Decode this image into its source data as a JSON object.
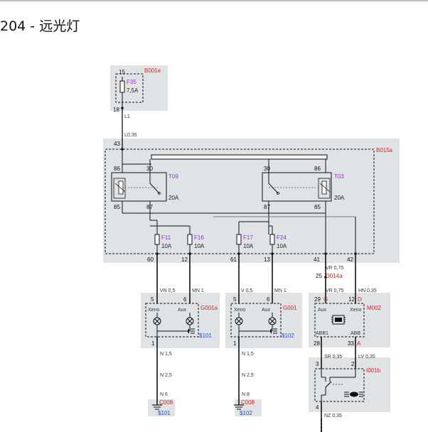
{
  "page": {
    "title": "204 - 远光灯"
  },
  "fuse_box_top": {
    "id": "B001e",
    "pin_in": "15",
    "pin_out": "18",
    "fuse": {
      "id": "F35",
      "rating": "7,5A"
    }
  },
  "wires": {
    "w_l1": "L1",
    "w_l035": "L0,35",
    "w_vn05": "VN 0,5",
    "w_mn1a": "MN 1",
    "w_v05": "V 0,5",
    "w_mn1b": "MN 1",
    "w_vr075a": "VR 0,75",
    "w_vr075b": "VR 0,75",
    "w_hn035": "HN 0,35",
    "w_n15a": "N 1,5",
    "w_n25a": "N 2,5",
    "w_n6": "N 6",
    "w_n15b": "N 1,5",
    "w_n25b": "N 2,5",
    "w_n8": "N 8",
    "w_sr035": "SR 0,35",
    "w_lv035": "LV 0,35",
    "w_nz035": "NZ 0,35"
  },
  "main_box": {
    "id": "B015a",
    "pin_in": "43",
    "relays": [
      {
        "id": "T09",
        "rating": "20A",
        "pin_tl": "86",
        "pin_tr": "30",
        "pin_bl": "85",
        "pin_br": "87"
      },
      {
        "id": "T03",
        "rating": "20A",
        "pin_tl": "30",
        "pin_tr": "86",
        "pin_bl": "87",
        "pin_br": "85"
      }
    ],
    "fuses": [
      {
        "id": "F11",
        "rating": "10A",
        "pin": "60"
      },
      {
        "id": "F16",
        "rating": "10A",
        "pin": "12"
      },
      {
        "id": "F17",
        "rating": "10A",
        "pin": "61"
      },
      {
        "id": "F24",
        "rating": "10A",
        "pin": "13"
      }
    ],
    "pin_41": "41",
    "pin_42": "42"
  },
  "connector_d014a": {
    "id": "D014a",
    "pin": "25"
  },
  "headlamps": [
    {
      "id": "G001a",
      "pin_a": "5",
      "pin_b": "6",
      "pin_gnd": "1",
      "label_a": "Xeno",
      "label_b": "Aux",
      "ref": "$101"
    },
    {
      "id": "G001",
      "pin_a": "5",
      "pin_b": "6",
      "pin_gnd": "1",
      "label_a": "Xeno",
      "label_b": "Aux",
      "ref": "$102"
    }
  ],
  "module_m002": {
    "id": "M002",
    "pin_29": "29",
    "pin_29_code": "G",
    "pin_12": "12",
    "pin_12_code": "D",
    "pin_28": "28",
    "pin_33": "33",
    "pin_33_code": "A",
    "label_aux": "Aux",
    "label_xeno": "Xeno",
    "label_abb1": "ABB1",
    "label_abb": "ABB"
  },
  "switch_i001b": {
    "id": "I001b",
    "pin_3": "3",
    "pin_2": "2",
    "pin_4": "4"
  },
  "grounds": [
    {
      "id": "C008",
      "ref": "$101"
    },
    {
      "id": "C008",
      "ref": "$102"
    }
  ],
  "colors": {
    "red_label": "#e0201f",
    "purple_label": "#9b30d0",
    "blue_label": "#2a4fd8",
    "panel": "#dfe3e6"
  }
}
